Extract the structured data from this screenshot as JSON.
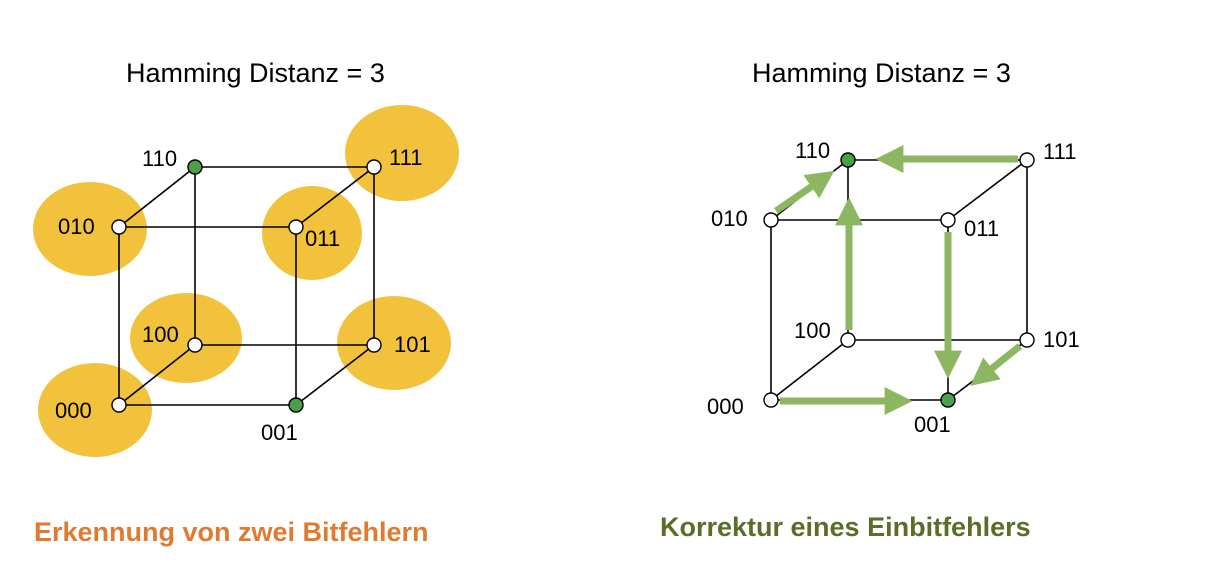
{
  "colors": {
    "blob": "#f2c23c",
    "edge": "#000000",
    "node_open": "#ffffff",
    "node_filled": "#4aa04a",
    "arrow": "#8db660",
    "caption_left": "#e07a2e",
    "caption_right": "#5a6e2a"
  },
  "left": {
    "title": "Hamming Distanz = 3",
    "caption": "Erkennung von zwei Bitfehlern",
    "nodes": {
      "n000": "000",
      "n001": "001",
      "n010": "010",
      "n011": "011",
      "n100": "100",
      "n101": "101",
      "n110": "110",
      "n111": "111"
    }
  },
  "right": {
    "title": "Hamming Distanz = 3",
    "caption": "Korrektur eines Einbitfehlers",
    "nodes": {
      "n000": "000",
      "n001": "001",
      "n010": "010",
      "n011": "011",
      "n100": "100",
      "n101": "101",
      "n110": "110",
      "n111": "111"
    }
  }
}
